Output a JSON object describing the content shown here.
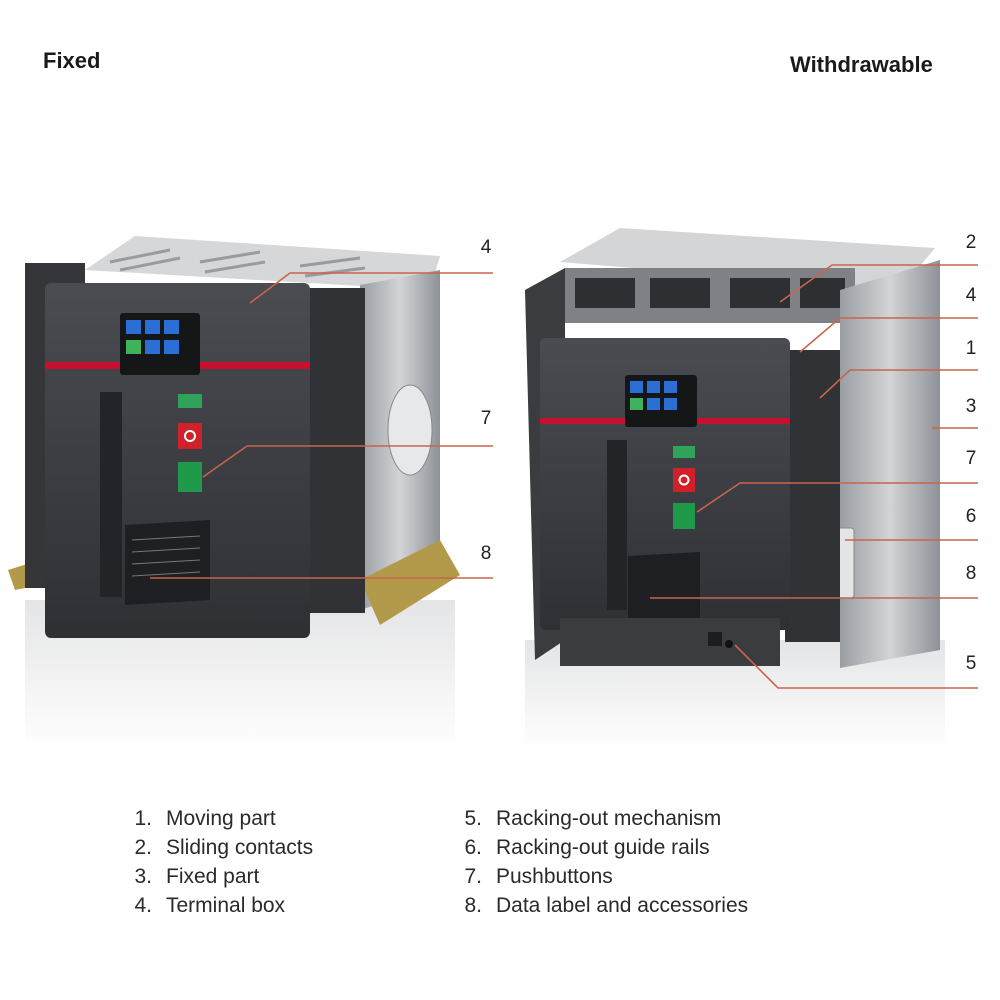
{
  "headings": {
    "fixed": "Fixed",
    "withdrawable": "Withdrawable"
  },
  "callouts": {
    "fixed": [
      "4",
      "7",
      "8"
    ],
    "withdrawable": [
      "2",
      "4",
      "1",
      "3",
      "7",
      "6",
      "8",
      "5"
    ]
  },
  "legend": {
    "left": [
      {
        "num": "1.",
        "text": "Moving part"
      },
      {
        "num": "2.",
        "text": "Sliding contacts"
      },
      {
        "num": "3.",
        "text": "Fixed part"
      },
      {
        "num": "4.",
        "text": "Terminal box"
      }
    ],
    "right": [
      {
        "num": "5.",
        "text": "Racking-out mechanism"
      },
      {
        "num": "6.",
        "text": "Racking-out guide rails"
      },
      {
        "num": "7.",
        "text": "Pushbuttons"
      },
      {
        "num": "8.",
        "text": "Data label and accessories"
      }
    ]
  },
  "colors": {
    "leader_line": "#c8654a",
    "housing": "#3d3f44",
    "front_red_band": "#c8102e",
    "open_button": "#d0202a",
    "close_button": "#1f9a4a",
    "metal": "#b9bcc0",
    "display": "#2b6fd6"
  }
}
